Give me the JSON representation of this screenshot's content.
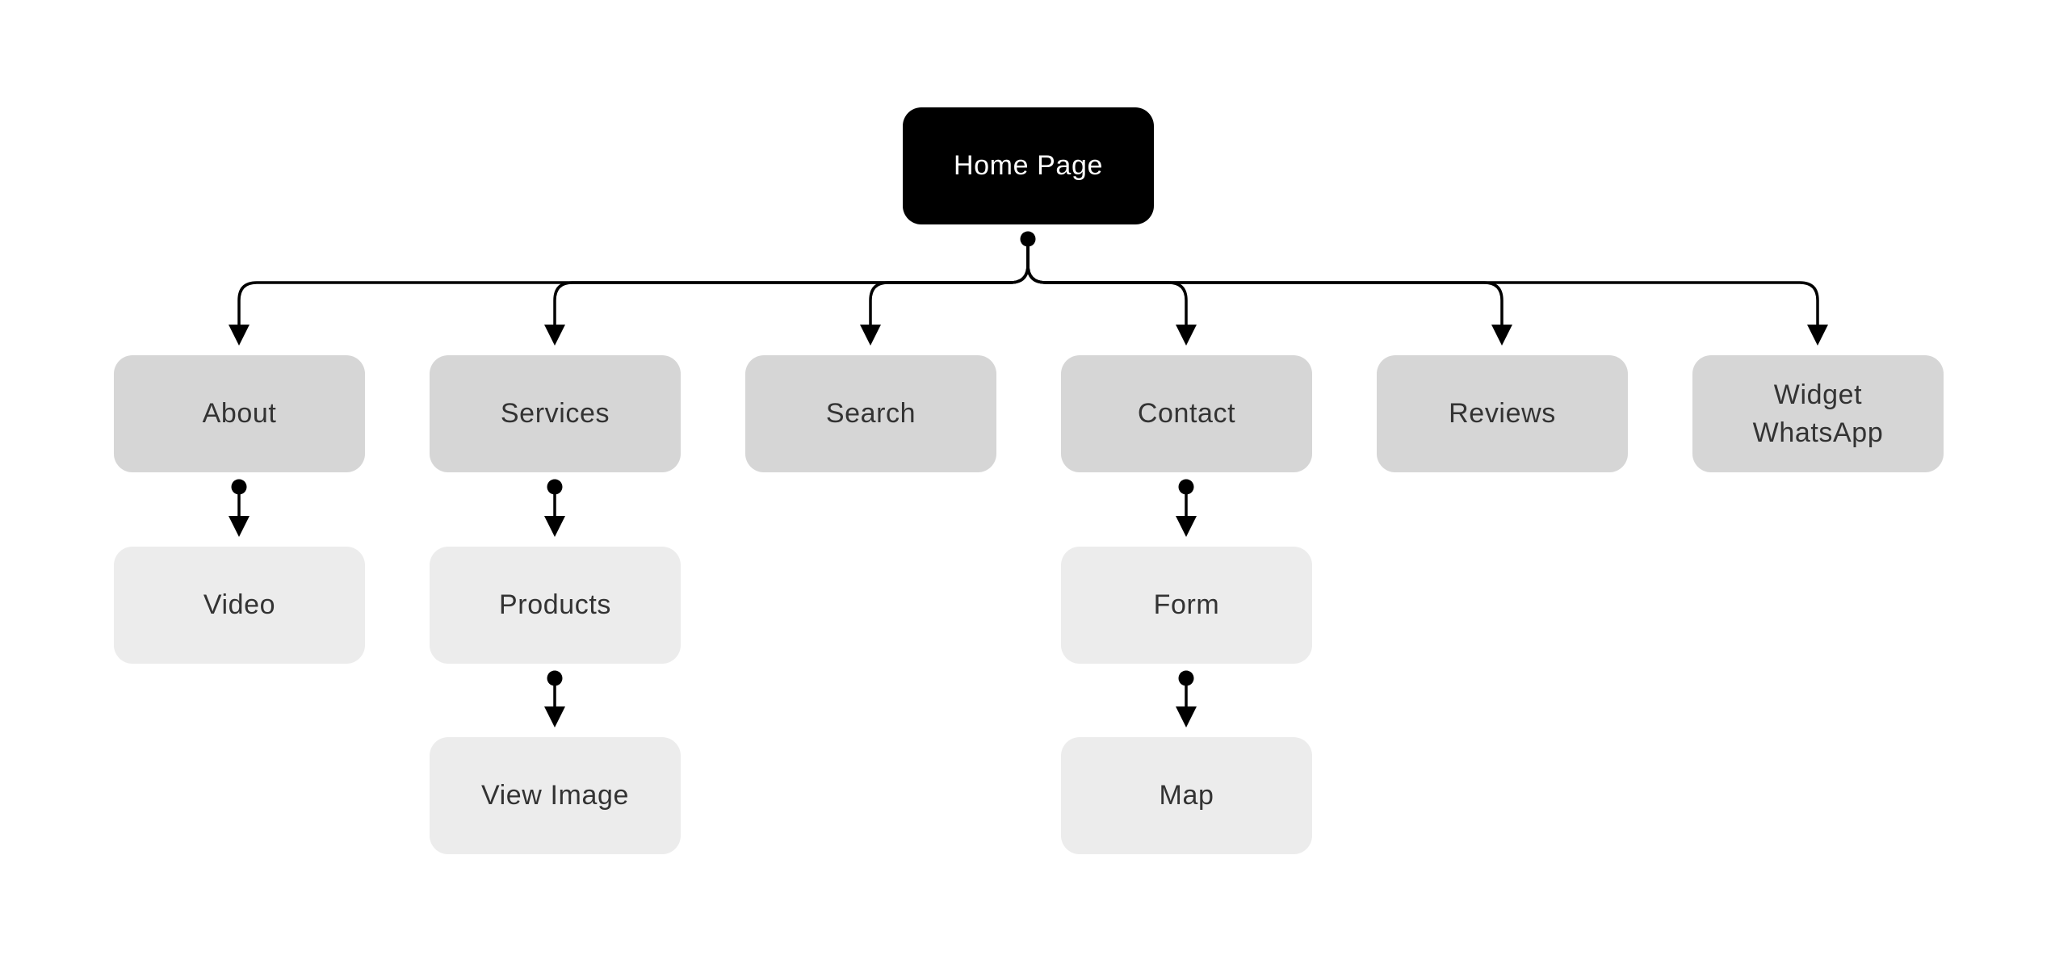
{
  "diagram": {
    "root": {
      "label": "Home Page"
    },
    "sections": [
      {
        "label": "About",
        "children": [
          "Video"
        ]
      },
      {
        "label": "Services",
        "children": [
          "Products",
          "View Image"
        ]
      },
      {
        "label": "Search",
        "children": []
      },
      {
        "label": "Contact",
        "children": [
          "Form",
          "Map"
        ]
      },
      {
        "label": "Reviews",
        "children": []
      },
      {
        "label": "Widget\nWhatsApp",
        "children": []
      }
    ]
  },
  "colors": {
    "root_fill": "#000000",
    "root_text": "#ffffff",
    "level1_fill": "#d6d6d6",
    "level2_fill": "#ececec",
    "connector": "#000000",
    "text": "#333333"
  }
}
